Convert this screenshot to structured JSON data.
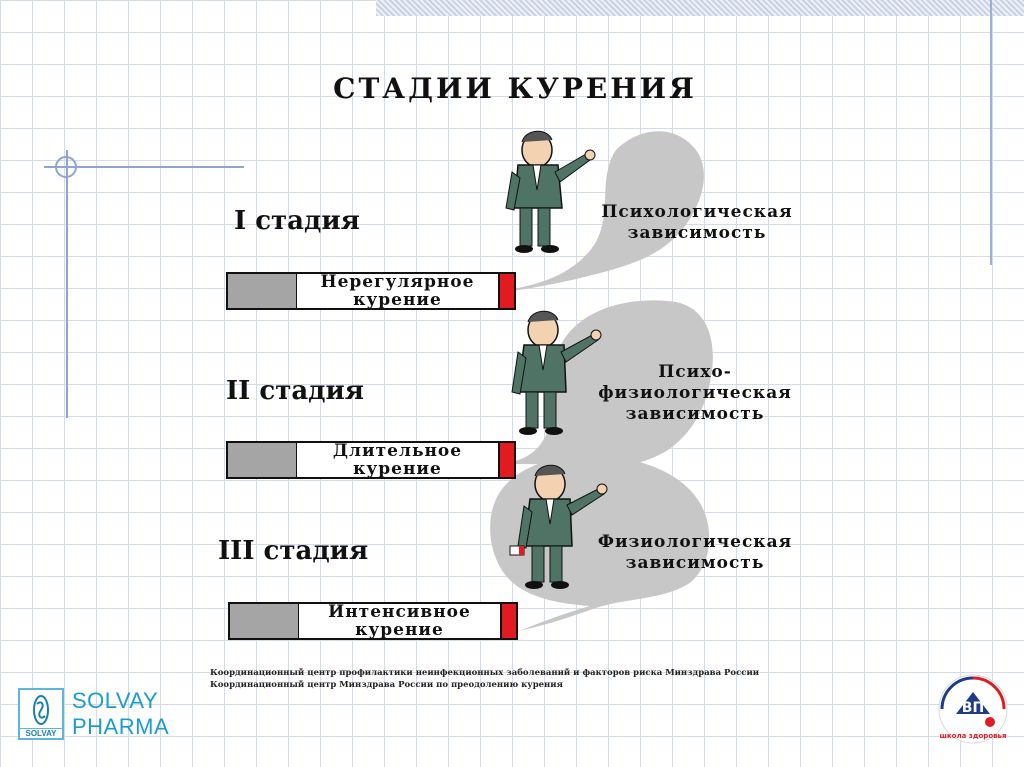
{
  "title": "СТАДИИ КУРЕНИЯ",
  "stages": [
    {
      "label": "I стадия",
      "cigarette": "Нерегулярное\nкурение",
      "dependence": "Психологическая\nзависимость"
    },
    {
      "label": "II стадия",
      "cigarette": "Длительное\nкурение",
      "dependence": "Психо-\nфизиологическая\nзависимость"
    },
    {
      "label": "III стадия",
      "cigarette": "Интенсивное\nкурение",
      "dependence": "Физиологическая\nзависимость"
    }
  ],
  "footer": {
    "line1": "Координационный центр профилактики неинфекционных заболеваний и факторов риска Минздрава России",
    "line2": "Координационный центр Минздрава России по преодолению курения"
  },
  "logos": {
    "solvay_line1": "SOLVAY",
    "solvay_line2": "PHARMA",
    "solvay_box": "SOLVAY",
    "vp_mark": "ВП",
    "school": "школа здоровья"
  },
  "colors": {
    "smoke": "#c7c7c7",
    "filter": "#a5a5a5",
    "tip": "#e21b22",
    "suit": "#4f7466",
    "brand": "#1d9bd0"
  },
  "icons": [
    "smoking-man-icon",
    "smoke-cloud-icon",
    "cigarette-icon",
    "vp-school-logo-icon",
    "solvay-logo-icon"
  ]
}
